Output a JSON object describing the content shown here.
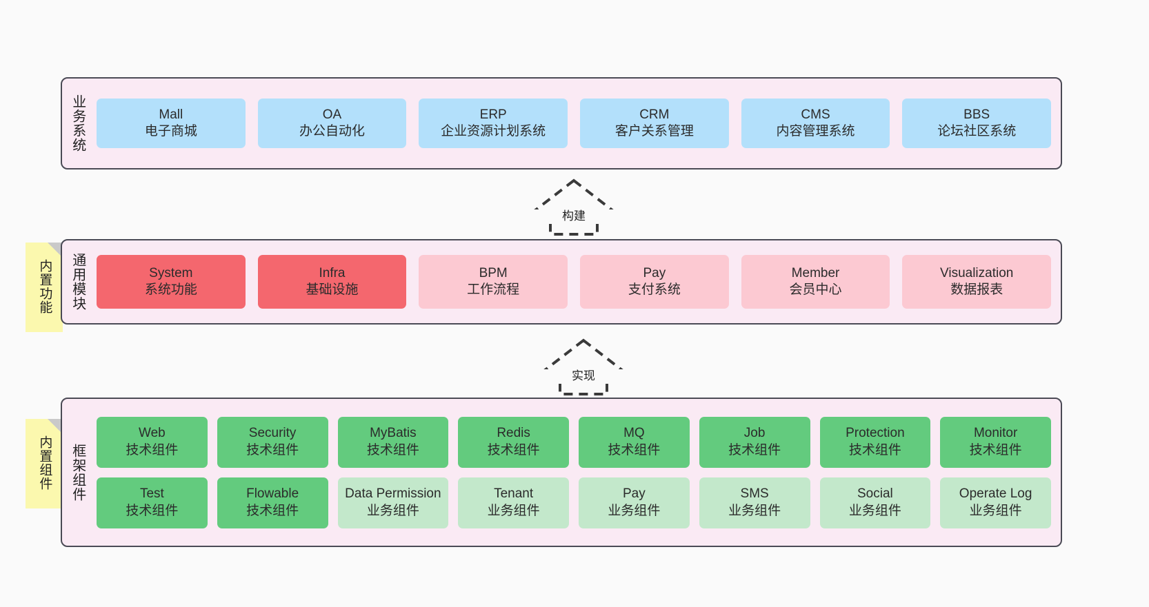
{
  "page": {
    "background_color": "#fafafa",
    "layer_fill": "#faeaf4",
    "layer_border": "#4a4a55",
    "sticky_fill": "#fbf8ae"
  },
  "layers": [
    {
      "id": "business-system",
      "title": "业务系统",
      "rows": [
        [
          {
            "name": "Mall",
            "sub": "电子商城",
            "color": "#b3e0fb"
          },
          {
            "name": "OA",
            "sub": "办公自动化",
            "color": "#b3e0fb"
          },
          {
            "name": "ERP",
            "sub": "企业资源计划系统",
            "color": "#b3e0fb"
          },
          {
            "name": "CRM",
            "sub": "客户关系管理",
            "color": "#b3e0fb"
          },
          {
            "name": "CMS",
            "sub": "内容管理系统",
            "color": "#b3e0fb"
          },
          {
            "name": "BBS",
            "sub": "论坛社区系统",
            "color": "#b3e0fb"
          }
        ]
      ]
    },
    {
      "id": "common-module",
      "title": "通用模块",
      "sticky": "内置功能",
      "rows": [
        [
          {
            "name": "System",
            "sub": "系统功能",
            "color": "#f4676e"
          },
          {
            "name": "Infra",
            "sub": "基础设施",
            "color": "#f4676e"
          },
          {
            "name": "BPM",
            "sub": "工作流程",
            "color": "#fcc9d2"
          },
          {
            "name": "Pay",
            "sub": "支付系统",
            "color": "#fcc9d2"
          },
          {
            "name": "Member",
            "sub": "会员中心",
            "color": "#fcc9d2"
          },
          {
            "name": "Visualization",
            "sub": "数据报表",
            "color": "#fcc9d2"
          }
        ]
      ]
    },
    {
      "id": "framework-component",
      "title": "框架组件",
      "sticky": "内置组件",
      "rows": [
        [
          {
            "name": "Web",
            "sub": "技术组件",
            "color": "#63cb7e"
          },
          {
            "name": "Security",
            "sub": "技术组件",
            "color": "#63cb7e"
          },
          {
            "name": "MyBatis",
            "sub": "技术组件",
            "color": "#63cb7e"
          },
          {
            "name": "Redis",
            "sub": "技术组件",
            "color": "#63cb7e"
          },
          {
            "name": "MQ",
            "sub": "技术组件",
            "color": "#63cb7e"
          },
          {
            "name": "Job",
            "sub": "技术组件",
            "color": "#63cb7e"
          },
          {
            "name": "Protection",
            "sub": "技术组件",
            "color": "#63cb7e"
          },
          {
            "name": "Monitor",
            "sub": "技术组件",
            "color": "#63cb7e"
          }
        ],
        [
          {
            "name": "Test",
            "sub": "技术组件",
            "color": "#63cb7e"
          },
          {
            "name": "Flowable",
            "sub": "技术组件",
            "color": "#63cb7e"
          },
          {
            "name": "Data Permission",
            "sub": "业务组件",
            "color": "#c3e8cb"
          },
          {
            "name": "Tenant",
            "sub": "业务组件",
            "color": "#c3e8cb"
          },
          {
            "name": "Pay",
            "sub": "业务组件",
            "color": "#c3e8cb"
          },
          {
            "name": "SMS",
            "sub": "业务组件",
            "color": "#c3e8cb"
          },
          {
            "name": "Social",
            "sub": "业务组件",
            "color": "#c3e8cb"
          },
          {
            "name": "Operate Log",
            "sub": "业务组件",
            "color": "#c3e8cb"
          }
        ]
      ]
    }
  ],
  "arrows": [
    {
      "id": "build",
      "label": "构建"
    },
    {
      "id": "implement",
      "label": "实现"
    }
  ]
}
